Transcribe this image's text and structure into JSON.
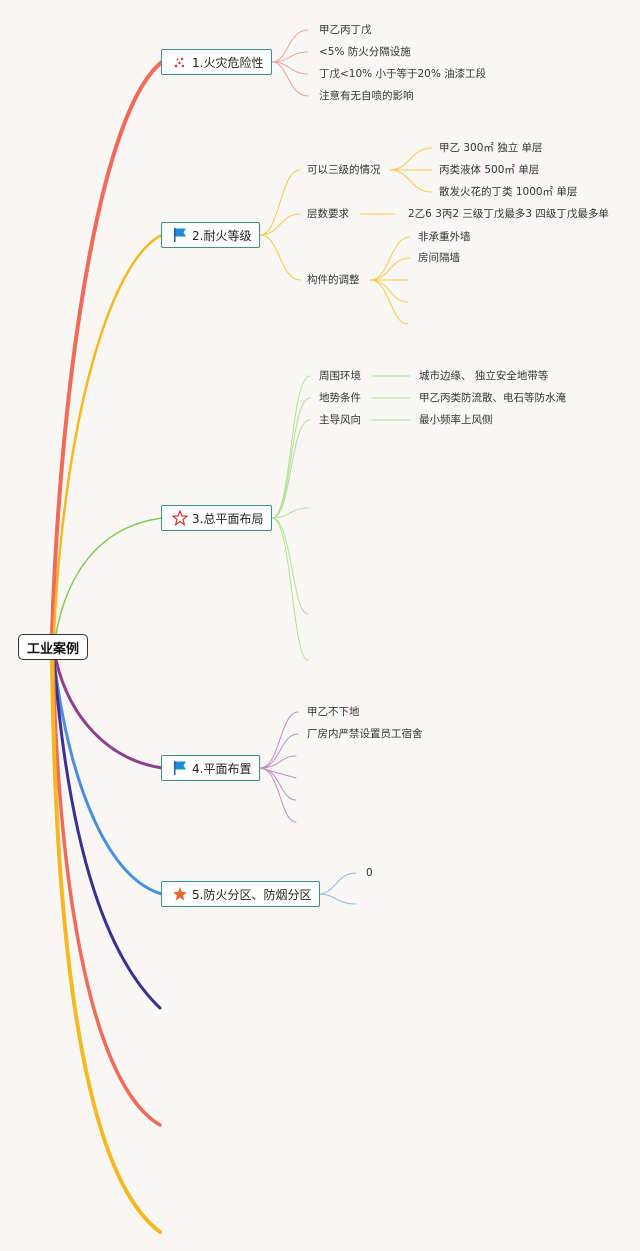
{
  "root": {
    "label": "工业案例"
  },
  "topics": [
    {
      "label": "1.火灾危险性",
      "icon": "fire-icon",
      "color": "#f16a5a"
    },
    {
      "label": "2.耐火等级",
      "icon": "blue-flag-icon",
      "color": "#f6b820"
    },
    {
      "label": "3.总平面布局",
      "icon": "star-outline-icon",
      "color": "#86c95a"
    },
    {
      "label": "4.平面布置",
      "icon": "blue-flag-icon",
      "color": "#8e3f8c"
    },
    {
      "label": "5.防火分区、防烟分区",
      "icon": "star-filled-icon",
      "color": "#4a8fdd"
    }
  ],
  "t1": {
    "items": [
      "甲乙丙丁戊",
      "<5% 防火分隔设施",
      "丁戊<10% 小于等于20% 油漆工段",
      "注意有无自喷的影响"
    ]
  },
  "t2": {
    "sub1": {
      "label": "可以三级的情况",
      "items": [
        "甲乙 300㎡ 独立 单层",
        "丙类液体 500㎡ 单层",
        "散发火花的丁类 1000㎡ 单层"
      ]
    },
    "sub2": {
      "label": "层数要求",
      "detail": "2乙6 3丙2 三级丁戊最多3 四级丁戊最多单"
    },
    "sub3": {
      "label": "构件的调整",
      "items": [
        "非承重外墙",
        "房间隔墙"
      ]
    }
  },
  "t3": {
    "rows": [
      {
        "label": "周围环境",
        "detail": "城市边缘、 独立安全地带等"
      },
      {
        "label": "地势条件",
        "detail": "甲乙丙类防流散、电石等防水淹"
      },
      {
        "label": "主导风向",
        "detail": "最小频率上风侧"
      }
    ]
  },
  "t4": {
    "items": [
      "甲乙不下地",
      "厂房内严禁设置员工宿舍"
    ]
  },
  "t5": {
    "items": [
      "0"
    ]
  },
  "extra_branch_colors": [
    "#3b2f8f",
    "#f16a5a",
    "#f6b820"
  ]
}
